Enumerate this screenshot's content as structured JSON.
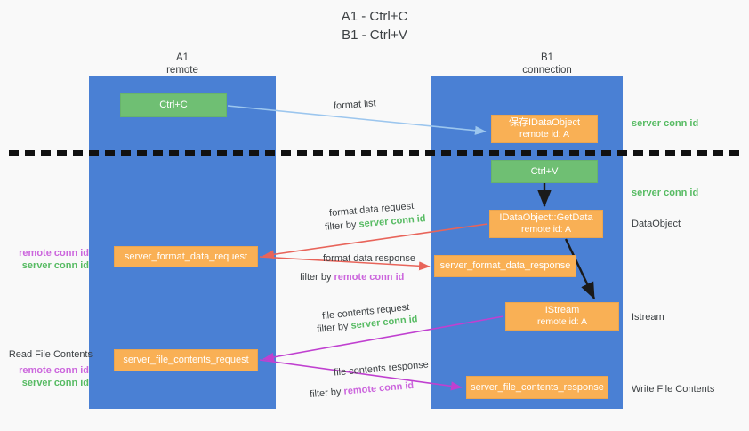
{
  "title": {
    "line1": "A1 - Ctrl+C",
    "line2": "B1 - Ctrl+V"
  },
  "columns": [
    {
      "name": "A1",
      "role": "remote"
    },
    {
      "name": "B1",
      "role": "connection"
    }
  ],
  "boxes": {
    "ctrl_c": {
      "label": "Ctrl+C",
      "color": "#6fbf73"
    },
    "save_idataobject": {
      "label": "保存IDataObject",
      "sub": "remote id: A",
      "color": "#f9b055"
    },
    "ctrl_v": {
      "label": "Ctrl+V",
      "color": "#6fbf73"
    },
    "getdata": {
      "label": "IDataObject::GetData",
      "sub": "remote id: A",
      "color": "#f9b055"
    },
    "istream": {
      "label": "IStream",
      "sub": "remote id: A",
      "color": "#f9b055"
    },
    "server_format_data_request": {
      "label": "server_format_data_request",
      "color": "#f9b055"
    },
    "server_format_data_response": {
      "label": "server_format_data_response",
      "color": "#f9b055"
    },
    "server_file_contents_request": {
      "label": "server_file_contents_request",
      "color": "#f9b055"
    },
    "server_file_contents_response": {
      "label": "server_file_contents_response",
      "color": "#f9b055"
    }
  },
  "edges": {
    "format_list": "format list",
    "format_data_request": "format data request",
    "format_data_request_filter_prefix": "filter by ",
    "format_data_request_filter_key": "server conn id",
    "format_data_response": "format data response",
    "format_data_response_filter_prefix": "filter by ",
    "format_data_response_filter_key": "remote conn id",
    "file_contents_request": "file contents request",
    "file_contents_request_filter_prefix": "filter by ",
    "file_contents_request_filter_key": "server conn id",
    "file_contents_response": "file contents response",
    "file_contents_response_filter_prefix": "filter by ",
    "file_contents_response_filter_key": "remote conn id"
  },
  "side_labels": {
    "right_server_conn_id_top": "server conn id",
    "right_server_conn_id_mid": "server conn id",
    "right_dataobject": "DataObject",
    "right_istream": "Istream",
    "right_write_file_contents": "Write File Contents",
    "left_remote_conn_id_top": "remote conn id",
    "left_server_conn_id_top": "server conn id",
    "left_read_file_contents": "Read File Contents",
    "left_remote_conn_id_bottom": "remote conn id",
    "left_server_conn_id_bottom": "server conn id"
  },
  "colors": {
    "lane": "#4a80d4",
    "green": "#6fbf73",
    "orange": "#f9b055",
    "green_text": "#57bb63",
    "purple_text": "#cc66dd",
    "red_arrow": "#e8645a",
    "magenta_arrow": "#c040d0",
    "blue_arrow": "#9cc6ee",
    "dashed_divider": "#111111",
    "background": "#f9f9f9"
  }
}
